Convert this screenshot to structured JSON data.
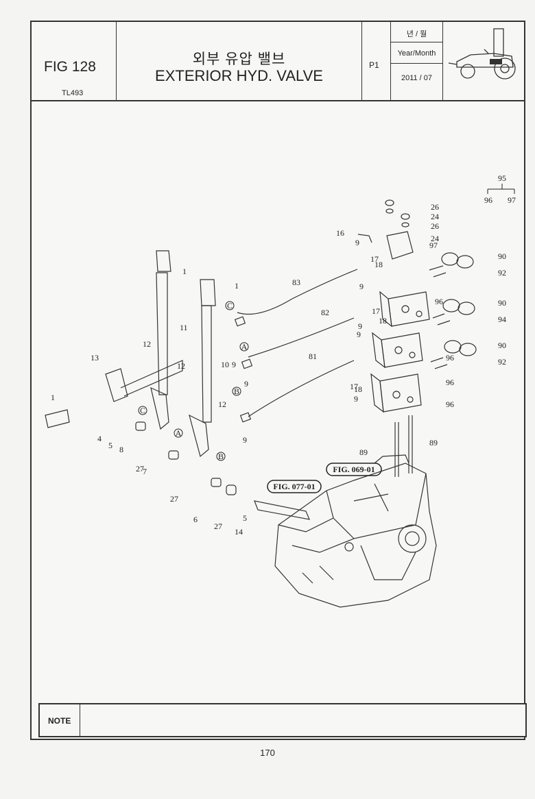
{
  "header": {
    "fig_label": "FIG 128",
    "model": "TL493",
    "title_ko": "외부 유압 밸브",
    "title_en": "EXTERIOR HYD. VALVE",
    "page_code": "P1",
    "date_header_ko": "년 / 월",
    "date_header_en": "Year/Month",
    "date_value": "2011 / 07"
  },
  "diagram": {
    "refs": [
      "FIG. 077-01",
      "FIG. 069-01"
    ],
    "legend": {
      "parent": "95",
      "children": [
        "96",
        "97"
      ]
    },
    "part_labels": [
      "1",
      "1",
      "1",
      "4",
      "5",
      "5",
      "6",
      "7",
      "8",
      "9",
      "9",
      "9",
      "9",
      "9",
      "9",
      "9",
      "9",
      "10",
      "11",
      "12",
      "12",
      "12",
      "13",
      "14",
      "16",
      "17",
      "17",
      "17",
      "18",
      "18",
      "18",
      "24",
      "24",
      "26",
      "26",
      "27",
      "27",
      "27",
      "81",
      "82",
      "83",
      "89",
      "89",
      "90",
      "90",
      "90",
      "92",
      "92",
      "94",
      "96",
      "96",
      "96",
      "96",
      "97"
    ],
    "circle_markers": [
      "C",
      "A",
      "B",
      "C",
      "A",
      "B"
    ]
  },
  "note": {
    "label": "NOTE"
  },
  "footer": {
    "page_number": "170"
  }
}
